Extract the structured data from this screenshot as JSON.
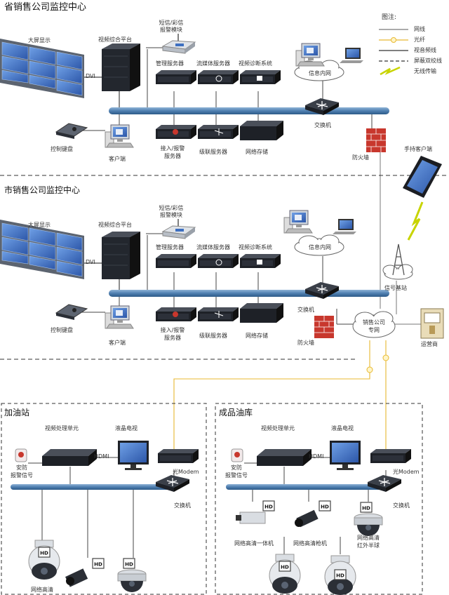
{
  "province": {
    "title": "省销售公司监控中心",
    "big_screen": "大屏显示",
    "dvi": "DVI",
    "video_platform": "视频综合平台",
    "sms_module": [
      "短信/彩信",
      "报警模块"
    ],
    "mgmt_server": "管理服务器",
    "stream_server": "流媒体服务器",
    "diag_system": "视频诊断系统",
    "info_net": "信息内网",
    "switch": "交换机",
    "keyboard": "控制键盘",
    "client": "客户端",
    "access_server": [
      "接入/报警",
      "服务器"
    ],
    "cascade_server": "级联服务器",
    "storage": "网络存储",
    "firewall": "防火墙"
  },
  "city": {
    "title": "市销售公司监控中心",
    "big_screen": "大屏显示",
    "dvi": "DVI",
    "video_platform": "视频综合平台",
    "sms_module": [
      "短信/彩信",
      "报警模块"
    ],
    "mgmt_server": "管理服务器",
    "stream_server": "流媒体服务器",
    "diag_system": "视频诊断系统",
    "info_net": "信息内网",
    "switch": "交换机",
    "keyboard": "控制键盘",
    "client": "客户端",
    "access_server": [
      "接入/报警",
      "服务器"
    ],
    "cascade_server": "级联服务器",
    "storage": "网络存储",
    "firewall": "防火墙",
    "private_net": [
      "销售公司",
      "专网"
    ],
    "base_station": "信号基站",
    "operator": "运营商"
  },
  "legend": {
    "title": "图注:",
    "items": [
      "网线",
      "光纤",
      "视音频线",
      "屏蔽双绞线",
      "无线传输"
    ],
    "colors": [
      "#777777",
      "#e8b830",
      "#333333",
      "#333333",
      "#c8d400"
    ]
  },
  "mobile_client": "手持客户端",
  "gas_station": {
    "title": "加油站",
    "video_unit": "视频处理单元",
    "lcd_tv": "液晶电视",
    "hdmi": "HDMI",
    "alarm": [
      "安防",
      "报警信号"
    ],
    "modem": "光Modem",
    "switch": "交换机",
    "camera": "网络高清"
  },
  "oil_depot": {
    "title": "成品油库",
    "video_unit": "视频处理单元",
    "lcd_tv": "液晶电视",
    "hdmi": "HDMI",
    "alarm": [
      "安防",
      "报警信号"
    ],
    "modem": "光Modem",
    "switch": "交换机",
    "cam_box": "网络高清一体机",
    "cam_gun": "网络高清枪机",
    "cam_dome": [
      "网络高清",
      "红外半球"
    ]
  },
  "hd_badge": "HD",
  "colors": {
    "bus": "#4f7fb0",
    "fiber": "#e8b830",
    "firewall": "#c8372d",
    "rack": "#2a2e36",
    "screen": "#3d6fc0"
  }
}
